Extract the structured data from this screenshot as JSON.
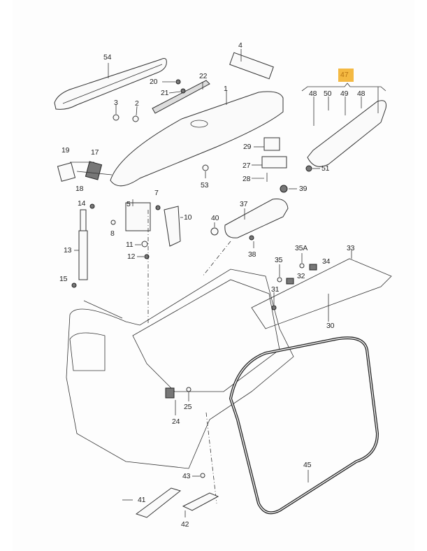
{
  "diagram": {
    "type": "exploded-parts-diagram",
    "highlight_color": "#f4b942",
    "highlighted_part": "47",
    "labels": {
      "p1": "1",
      "p2": "2",
      "p3": "3",
      "p4": "4",
      "p5": "5",
      "p7": "7",
      "p8": "8",
      "p10": "10",
      "p11": "11",
      "p12": "12",
      "p13": "13",
      "p14": "14",
      "p15": "15",
      "p17": "17",
      "p18": "18",
      "p19": "19",
      "p20": "20",
      "p21": "21",
      "p22": "22",
      "p24": "24",
      "p25": "25",
      "p27": "27",
      "p28": "28",
      "p29": "29",
      "p30": "30",
      "p31": "31",
      "p32": "32",
      "p33": "33",
      "p34": "34",
      "p35": "35",
      "p35a": "35A",
      "p37": "37",
      "p38": "38",
      "p39": "39",
      "p40": "40",
      "p41": "41",
      "p42": "42",
      "p43": "43",
      "p45": "45",
      "p47": "47",
      "p48a": "48",
      "p48b": "48",
      "p49": "49",
      "p50": "50",
      "p51": "51",
      "p53": "53",
      "p54": "54"
    }
  }
}
